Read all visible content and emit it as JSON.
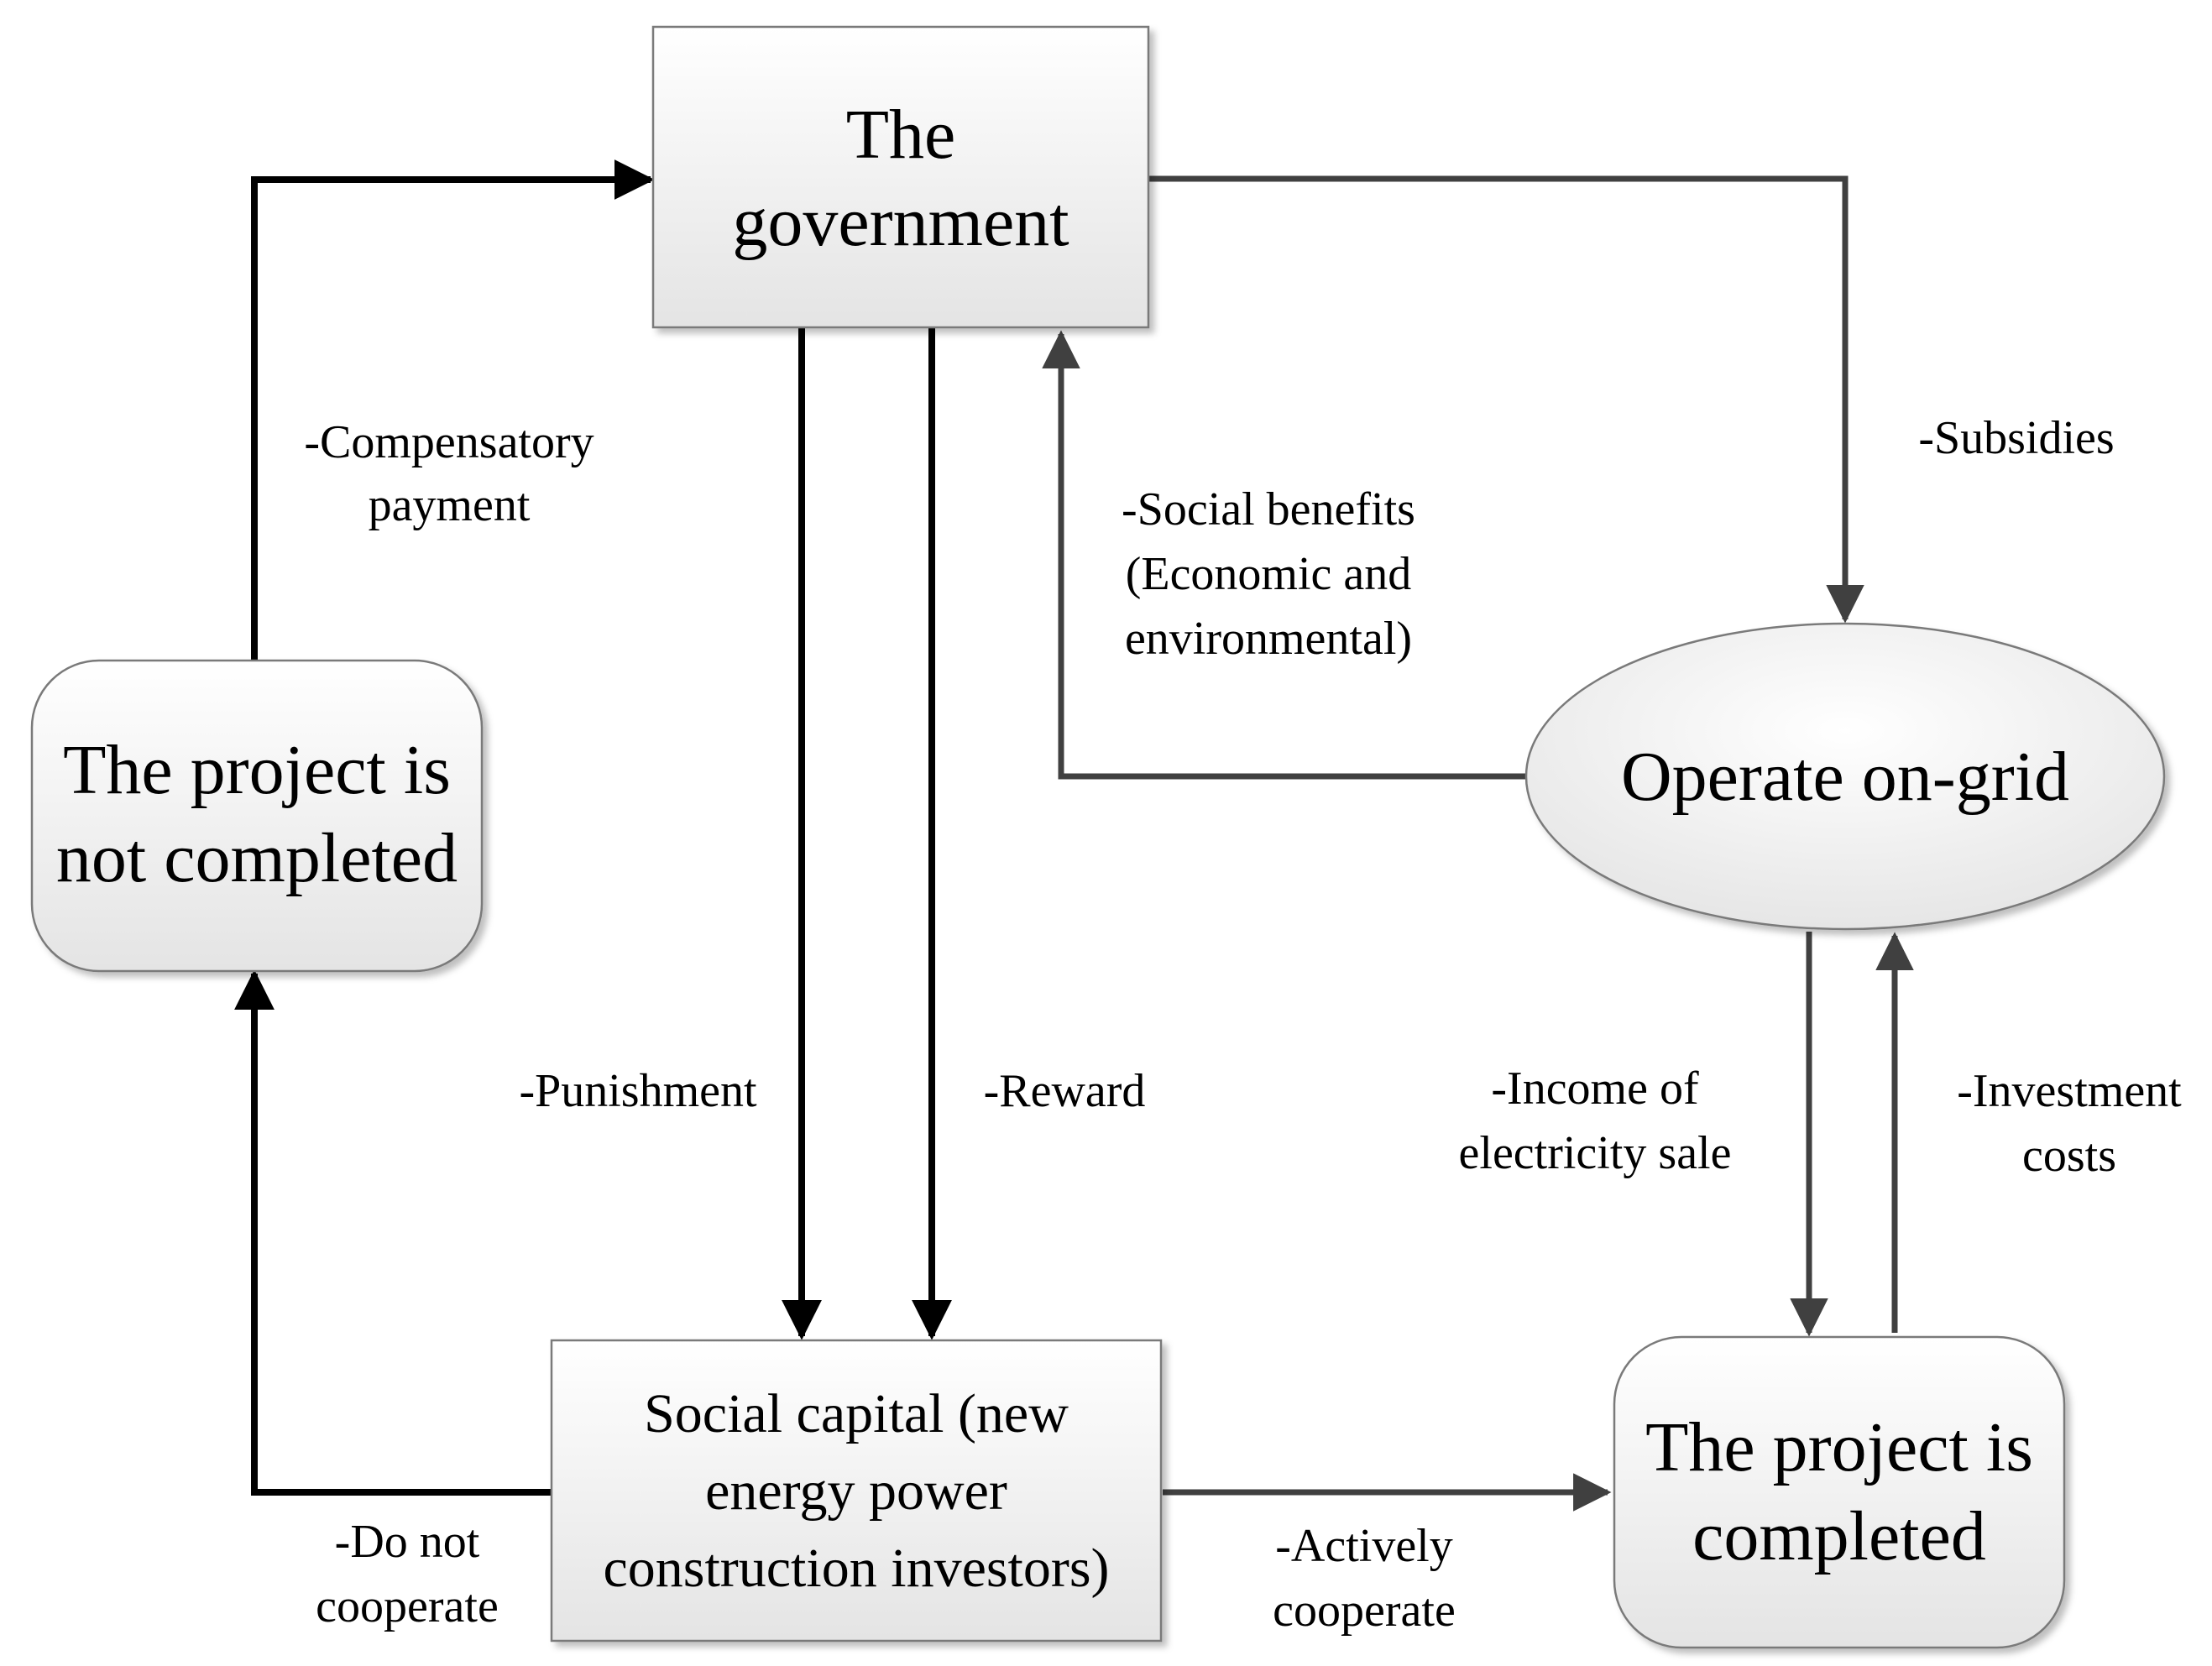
{
  "nodes": {
    "government": {
      "lines": [
        "The",
        "government"
      ]
    },
    "not_completed": {
      "lines": [
        "The project is",
        "not completed"
      ]
    },
    "social_capital": {
      "lines": [
        "Social capital (new",
        "energy power",
        "construction investors)"
      ]
    },
    "completed": {
      "lines": [
        "The project is",
        "completed"
      ]
    },
    "operate": {
      "lines": [
        "Operate on-grid"
      ]
    }
  },
  "edges": {
    "compensatory": {
      "lines": [
        "-Compensatory",
        "payment"
      ]
    },
    "punishment": {
      "lines": [
        "-Punishment"
      ]
    },
    "reward": {
      "lines": [
        "-Reward"
      ]
    },
    "subsidies": {
      "lines": [
        "-Subsidies"
      ]
    },
    "social_benefits": {
      "lines": [
        "-Social benefits",
        "(Economic and",
        "environmental)"
      ]
    },
    "income": {
      "lines": [
        "-Income of",
        "electricity sale"
      ]
    },
    "investment": {
      "lines": [
        "-Investment",
        "costs"
      ]
    },
    "do_not_cooperate": {
      "lines": [
        "-Do not",
        "cooperate"
      ]
    },
    "actively_cooperate": {
      "lines": [
        "-Actively",
        "cooperate"
      ]
    }
  },
  "colors": {
    "dark_edge": "#000000",
    "grey_edge": "#404040",
    "box_fill_top": "#ffffff",
    "box_fill_bottom": "#e6e6e6",
    "box_stroke": "#7a7a7a"
  }
}
